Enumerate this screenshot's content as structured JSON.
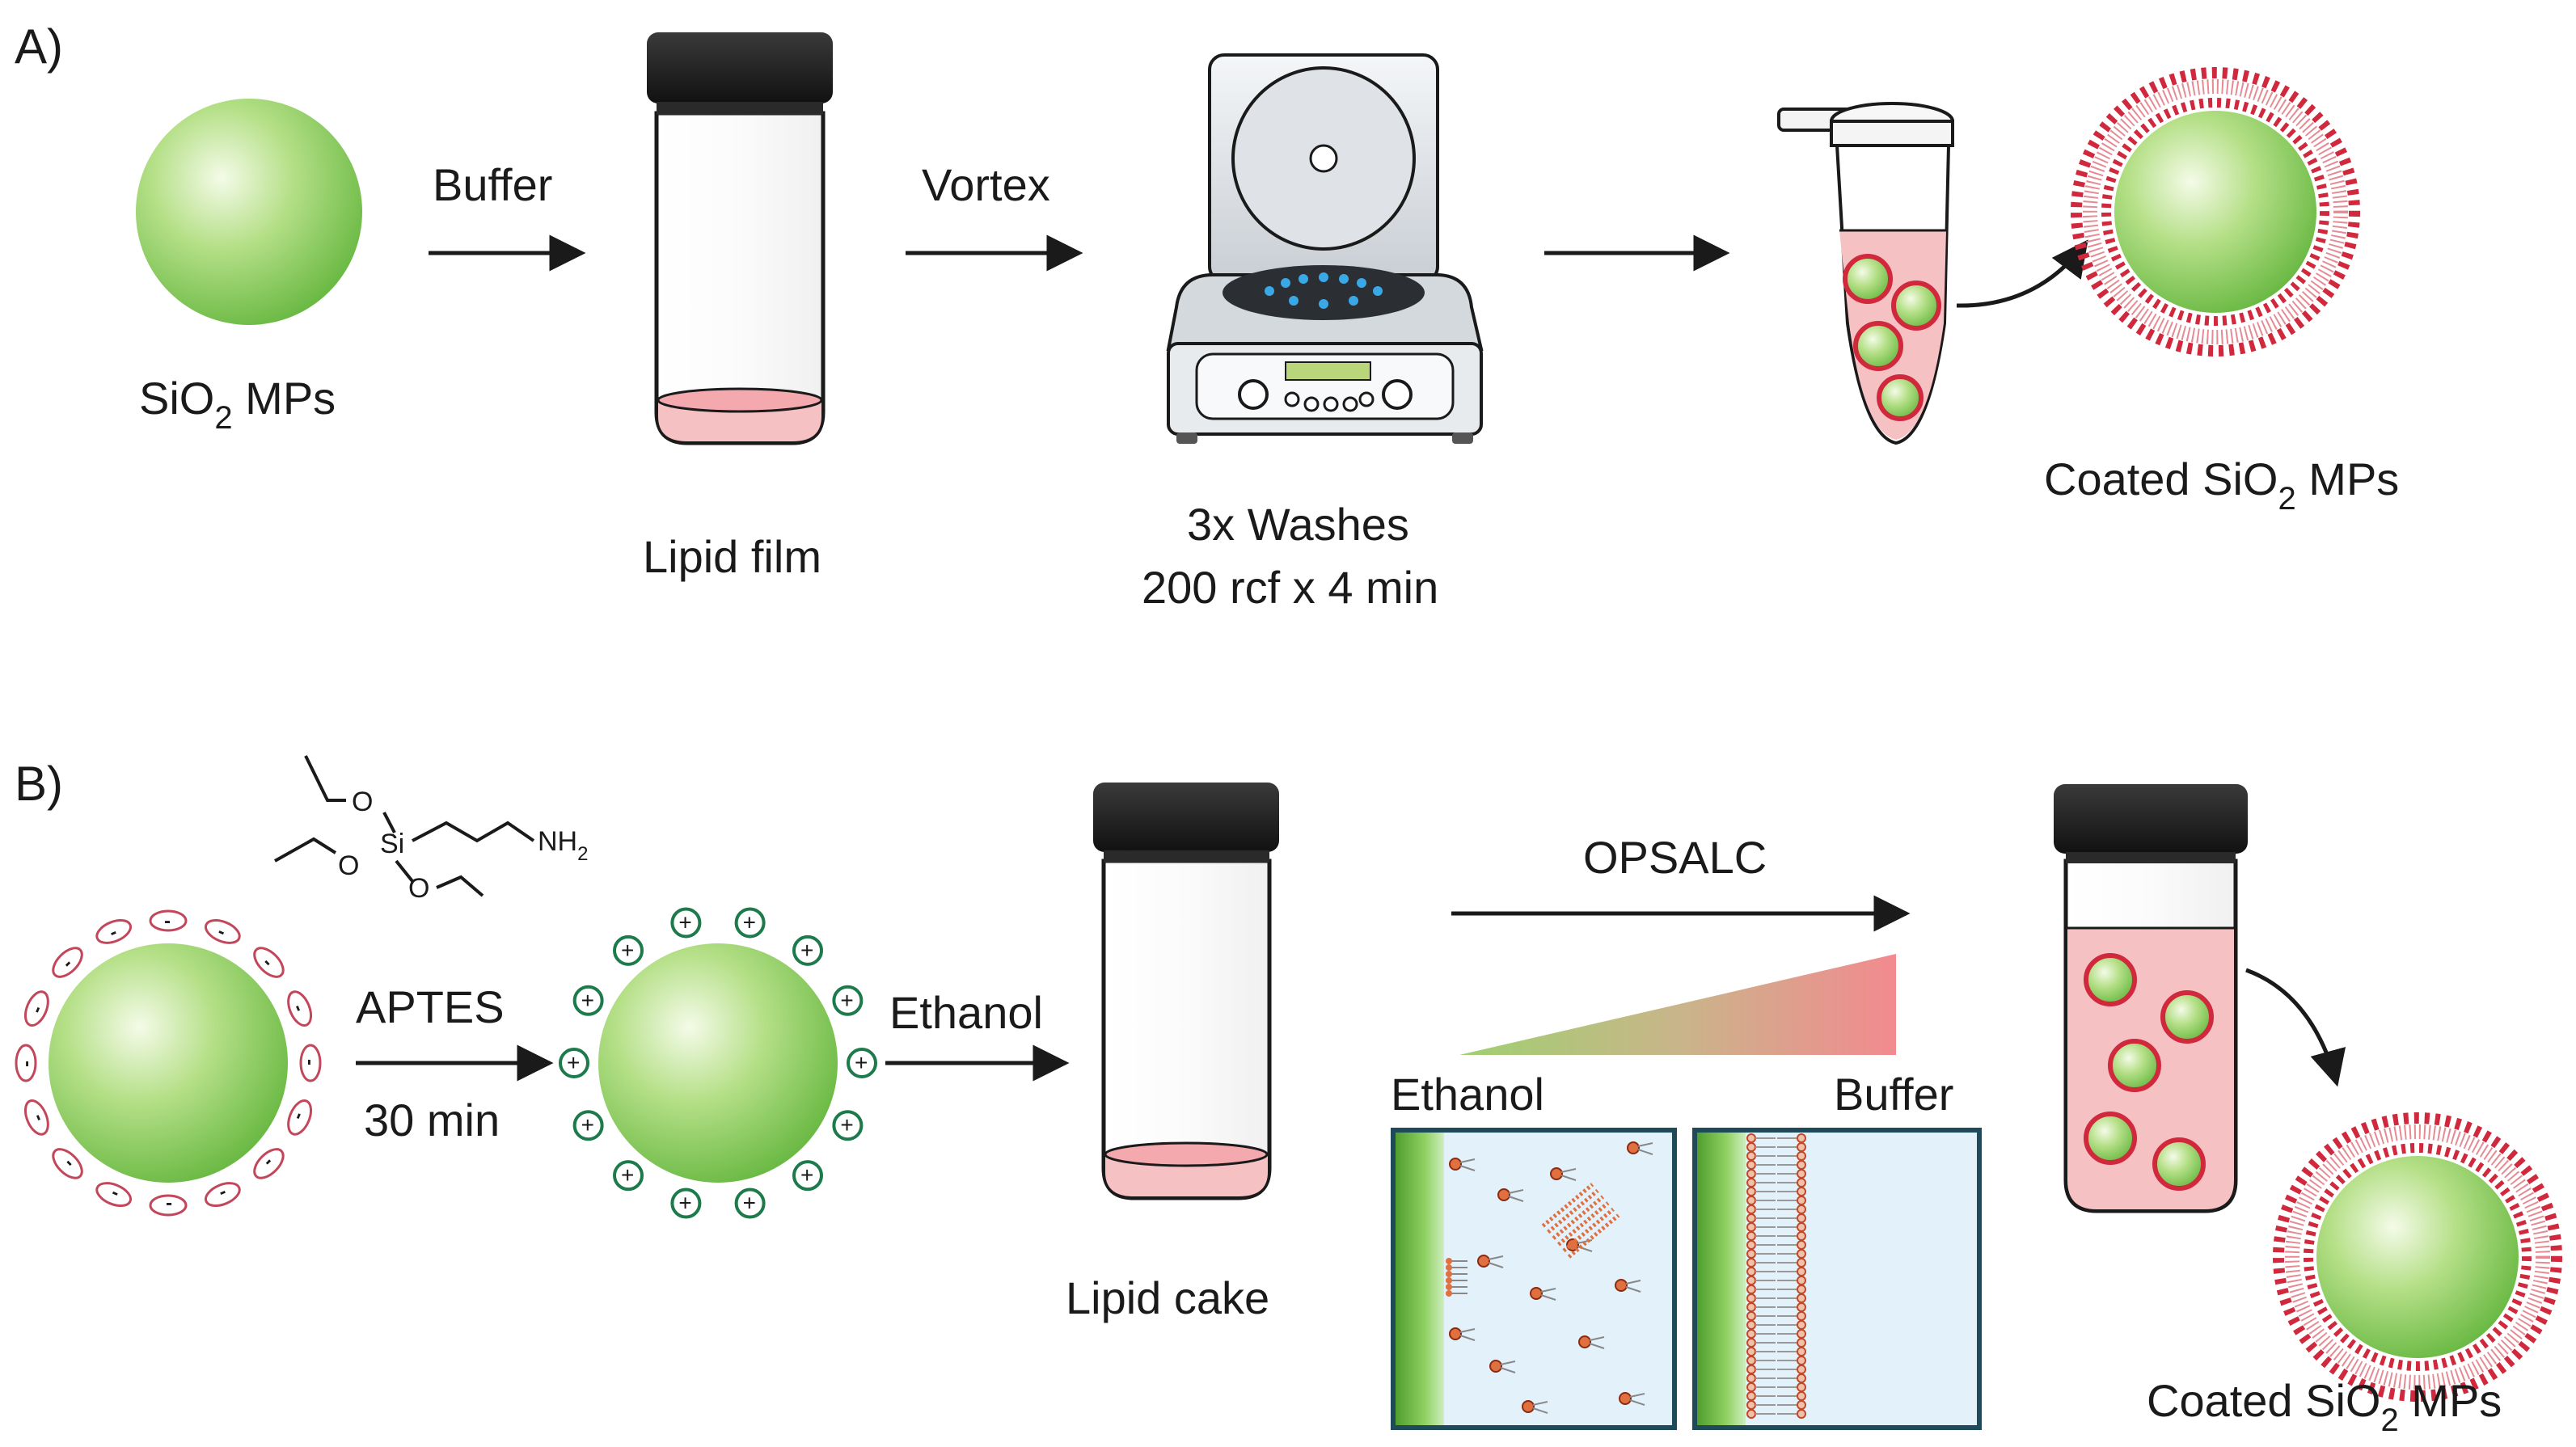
{
  "panel_a": {
    "label": "A)",
    "particle_label": "SiO",
    "particle_label_sub": "2",
    "particle_label_tail": " MPs",
    "step1": "Buffer",
    "vial_label": "Lipid film",
    "step2": "Vortex",
    "wash_line1": "3x Washes",
    "wash_line2": "200 rcf x 4 min",
    "coated_label": "Coated SiO",
    "coated_label_sub": "2",
    "coated_label_tail": " MPs"
  },
  "panel_b": {
    "label": "B)",
    "aptes_label": "APTES",
    "aptes_time": "30 min",
    "chem_o1": "O",
    "chem_o2": "O",
    "chem_o3": "O",
    "chem_si": "Si",
    "chem_nh": "NH",
    "chem_nh_sub": "2",
    "step_ethanol": "Ethanol",
    "vial_label": "Lipid cake",
    "opsalc": "OPSALC",
    "gradient_left": "Ethanol",
    "gradient_right": "Buffer",
    "coated_label": "Coated SiO",
    "coated_label_sub": "2",
    "coated_label_tail": " MPs",
    "charge_neg": "-",
    "charge_pos": "+"
  },
  "colors": {
    "particle_light": "#e6f5cf",
    "particle_mid": "#a8d97c",
    "particle_dark": "#6fbf4a",
    "lipid_red": "#d0283c",
    "liquid_pink": "#f6c1c3",
    "cap_black": "#1c1c1c",
    "panel_border": "#1f4a5a",
    "panel_fill": "#e2f1fa",
    "charge_pos_ring": "#1d7a4a",
    "charge_neg_ring": "#c2475a"
  }
}
